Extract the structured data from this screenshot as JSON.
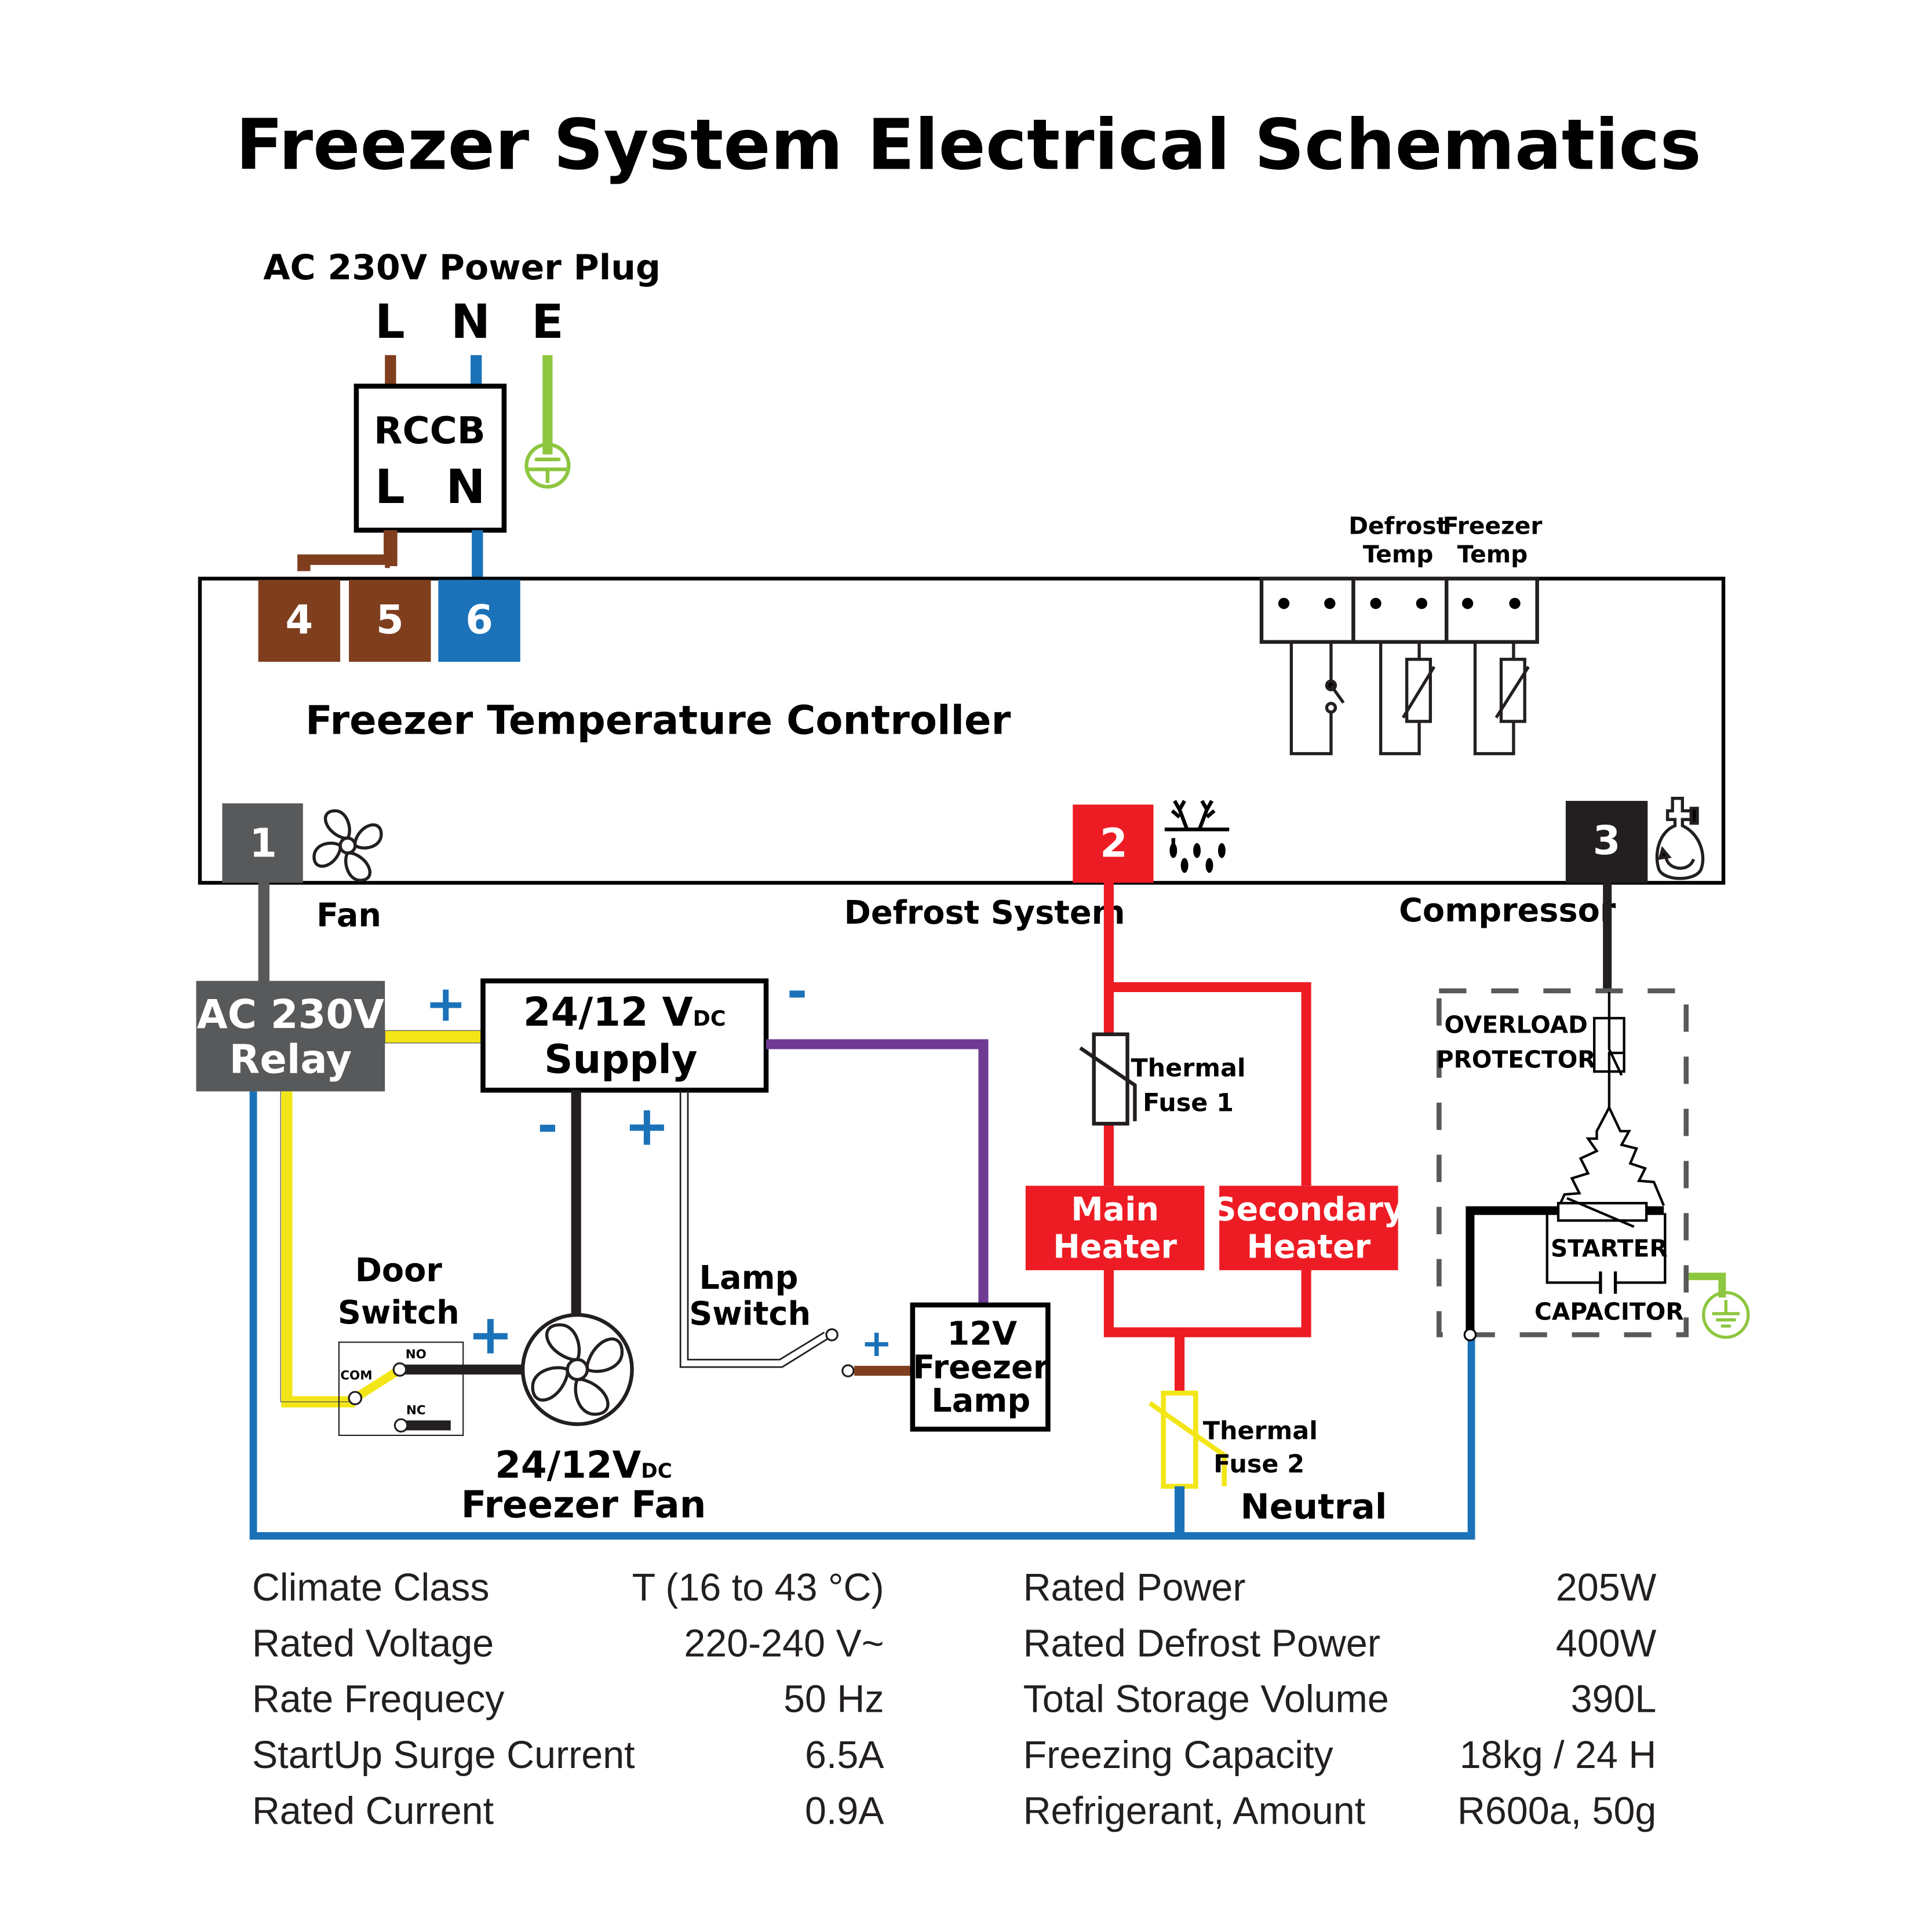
{
  "title": "Freezer System Electrical Schematics",
  "colors": {
    "live_brown": "#7f3f1e",
    "neutral_blue": "#1b72b8",
    "earth_green": "#8dc63f",
    "fan_gray": "#58595b",
    "defrost_red": "#ed1c24",
    "compressor_black": "#231f20",
    "relay_yellow": "#f3e618",
    "lamp_purple": "#6f3a92",
    "thermal_fuse2_yellow": "#f3e618",
    "dashed_gray": "#58595b"
  },
  "power_plug": {
    "label": "AC 230V Power Plug",
    "pins": [
      "L",
      "N",
      "E"
    ]
  },
  "rccb": {
    "label": "RCCB",
    "terminals": [
      "L",
      "N"
    ]
  },
  "controller": {
    "label": "Freezer Temperature Controller",
    "input_terminals": [
      "4",
      "5",
      "6"
    ],
    "sensors": {
      "defrost_label_line1": "Defrost",
      "defrost_label_line2": "Temp",
      "freezer_label_line1": "Freezer",
      "freezer_label_line2": "Temp"
    },
    "outputs": [
      {
        "terminal": "1",
        "label": "Fan",
        "icon": "fan-icon"
      },
      {
        "terminal": "2",
        "label": "Defrost System",
        "icon": "defrost-icon"
      },
      {
        "terminal": "3",
        "label": "Compressor",
        "icon": "compressor-icon"
      }
    ]
  },
  "relay": {
    "line1": "AC 230V",
    "line2": "Relay"
  },
  "dc_supply": {
    "line1": "24/12 V",
    "sub": "DC",
    "line2": "Supply"
  },
  "polarity": {
    "plus": "+",
    "minus": "-"
  },
  "door_switch": {
    "line1": "Door",
    "line2": "Switch",
    "contacts": {
      "com": "COM",
      "no": "NO",
      "nc": "NC"
    }
  },
  "freezer_fan": {
    "line1": "24/12V",
    "sub": "DC",
    "line2": "Freezer Fan"
  },
  "lamp_switch": {
    "line1": "Lamp",
    "line2": "Switch"
  },
  "lamp": {
    "line1": "12V",
    "line2": "Freezer",
    "line3": "Lamp"
  },
  "defrost": {
    "thermal_fuse_1": {
      "line1": "Thermal",
      "line2": "Fuse 1"
    },
    "main_heater": {
      "line1": "Main",
      "line2": "Heater"
    },
    "secondary_heater": {
      "line1": "Secondary",
      "line2": "Heater"
    },
    "thermal_fuse_2": {
      "line1": "Thermal",
      "line2": "Fuse 2"
    },
    "neutral_label": "Neutral"
  },
  "compressor_unit": {
    "overload_line1": "OVERLOAD",
    "overload_line2": "PROTECTOR",
    "starter": "STARTER",
    "capacitor": "CAPACITOR"
  },
  "specs_left": [
    {
      "label": "Climate Class",
      "value": "T (16 to 43 °C)"
    },
    {
      "label": "Rated Voltage",
      "value": "220-240 V~"
    },
    {
      "label": "Rate Frequecy",
      "value": "50 Hz"
    },
    {
      "label": "StartUp Surge Current",
      "value": "6.5A"
    },
    {
      "label": "Rated Current",
      "value": "0.9A"
    }
  ],
  "specs_right": [
    {
      "label": "Rated Power",
      "value": "205W"
    },
    {
      "label": "Rated Defrost Power",
      "value": "400W"
    },
    {
      "label": "Total Storage Volume",
      "value": "390L"
    },
    {
      "label": "Freezing Capacity",
      "value": "18kg / 24 H"
    },
    {
      "label": "Refrigerant, Amount",
      "value": "R600a, 50g"
    }
  ]
}
